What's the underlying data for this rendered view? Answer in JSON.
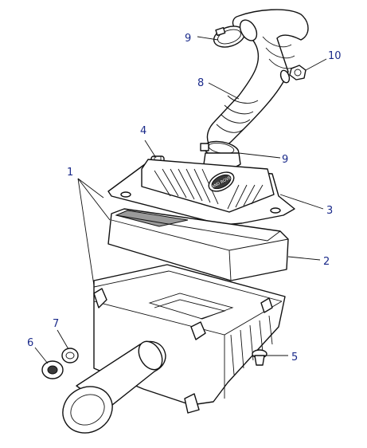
{
  "diagram": {
    "callouts": [
      {
        "id": "c1",
        "label": "1"
      },
      {
        "id": "c2",
        "label": "2"
      },
      {
        "id": "c3",
        "label": "3"
      },
      {
        "id": "c4",
        "label": "4"
      },
      {
        "id": "c5",
        "label": "5"
      },
      {
        "id": "c6",
        "label": "6"
      },
      {
        "id": "c7",
        "label": "7"
      },
      {
        "id": "c8",
        "label": "8"
      },
      {
        "id": "c9a",
        "label": "9"
      },
      {
        "id": "c9b",
        "label": "9"
      },
      {
        "id": "c10",
        "label": "10"
      }
    ],
    "logo_text": "LAND ROVER",
    "colors": {
      "callout": "#1a2a8a",
      "line": "#111111"
    }
  }
}
